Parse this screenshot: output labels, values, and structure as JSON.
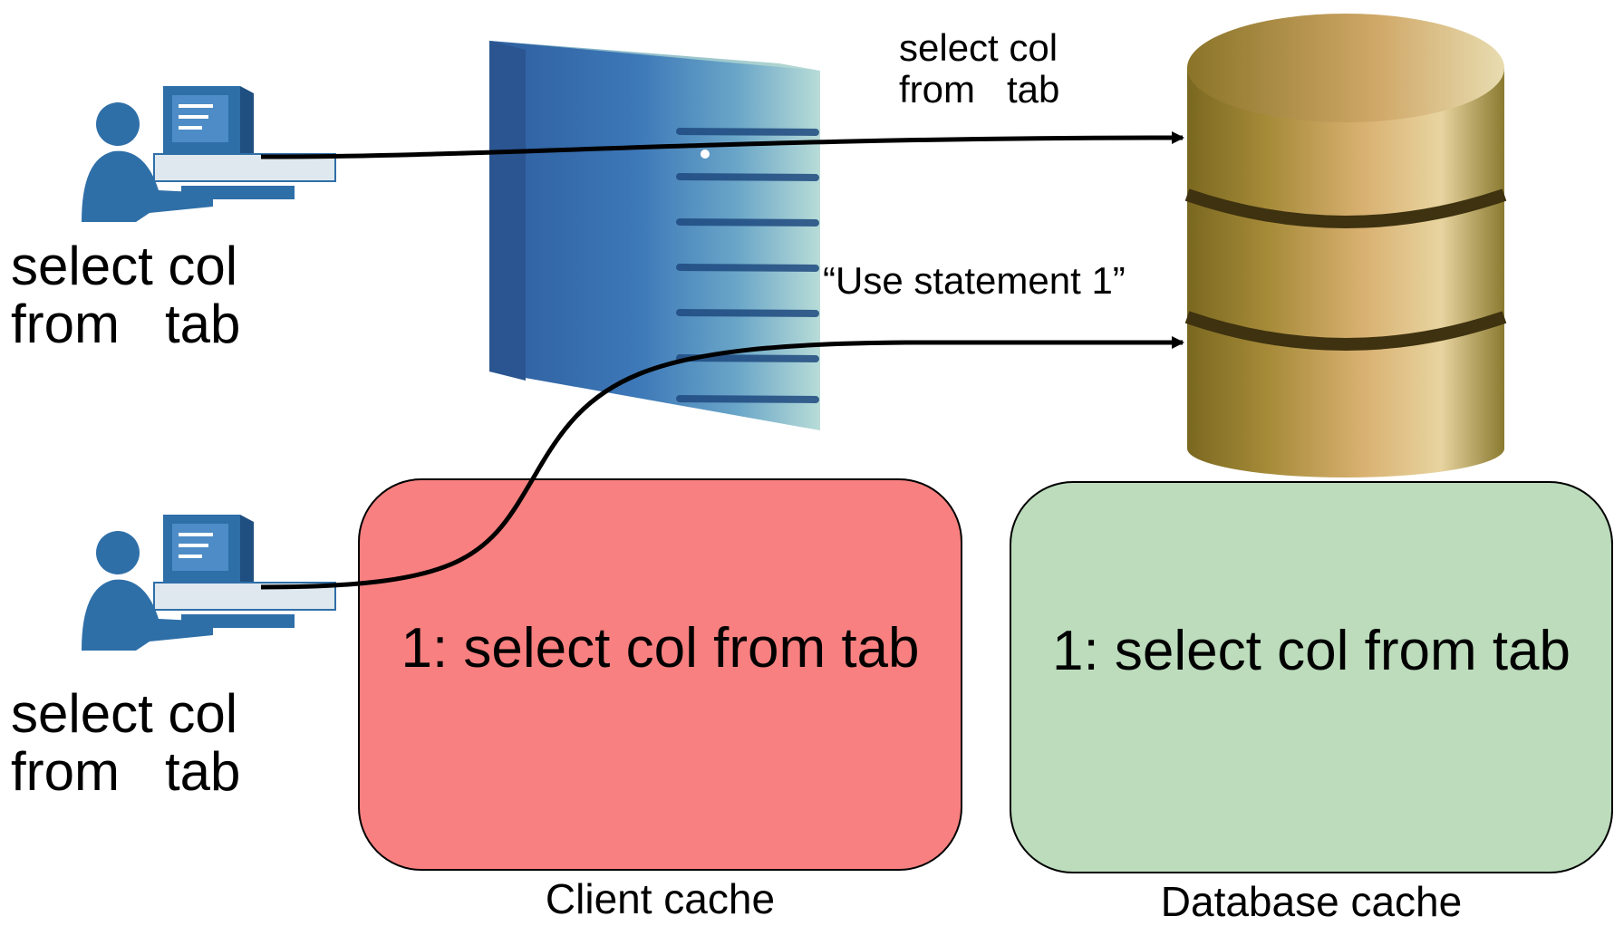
{
  "clients": [
    {
      "query_line1": "select col",
      "query_line2": "from   tab"
    },
    {
      "query_line1": "select col",
      "query_line2": "from   tab"
    }
  ],
  "arrows": {
    "top_label_line1": "select col",
    "top_label_line2": "from   tab",
    "bottom_label": "“Use statement 1”"
  },
  "client_cache": {
    "entry": "1: select col from tab",
    "caption": "Client cache",
    "color": "#f88080"
  },
  "database_cache": {
    "entry": "1: select col from tab",
    "caption": "Database cache",
    "color": "#bcdcbc"
  },
  "colors": {
    "user_icon": "#2f6fa8",
    "server": "#3f78b4",
    "database": "#b89a4a",
    "arrow": "#000000"
  }
}
